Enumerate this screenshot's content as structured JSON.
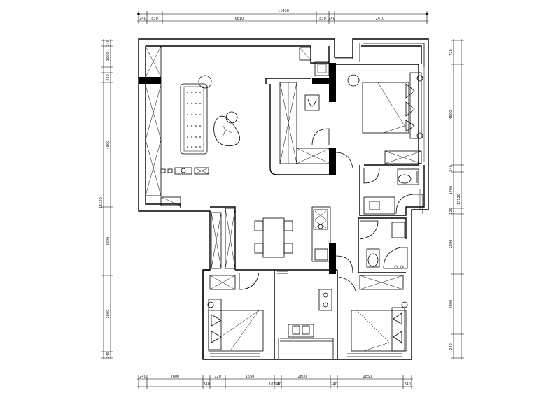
{
  "dimensions": {
    "top_total": "11430",
    "top_segments": [
      "240",
      "830",
      "6810",
      "830",
      "240",
      "2410"
    ],
    "bottom_total": "10250",
    "bottom_segments": [
      "240",
      "2600",
      "240",
      "720",
      "1650",
      "240",
      "2800",
      "240",
      "2850",
      "240"
    ],
    "left_total": "15120",
    "left_segments": [
      "240",
      "1000",
      "240",
      "4800",
      "3300",
      "2800",
      "240"
    ],
    "right_total": "15120",
    "right_segments": [
      "720",
      "4800",
      "240",
      "1700",
      "120",
      "2800",
      "2800",
      "240"
    ]
  }
}
